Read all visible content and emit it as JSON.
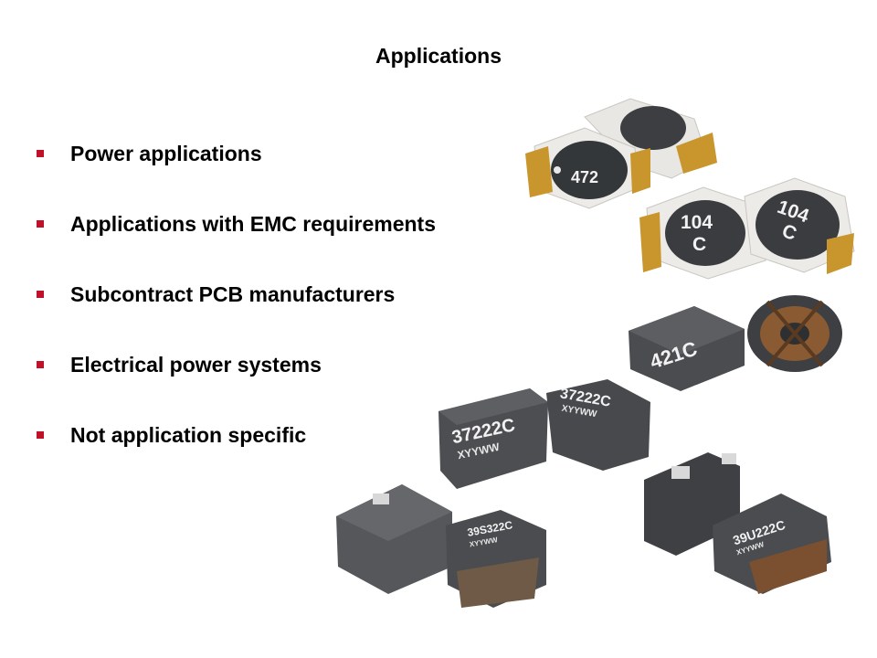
{
  "slide": {
    "title": "Applications",
    "bullets": [
      "Power applications",
      "Applications with EMC requirements",
      "Subcontract PCB manufacturers",
      "Electrical power systems",
      "Not application specific"
    ],
    "bullet_color": "#c0102a"
  },
  "product_photo": {
    "icon": "inductor-components-photo",
    "markings": [
      "472",
      "104",
      "C",
      "104",
      "C",
      "421C",
      "37222C",
      "XYYWW",
      "37222C",
      "XYYWW",
      "39S322C",
      "XYYWW",
      "39U222C",
      "XYYWW"
    ]
  }
}
